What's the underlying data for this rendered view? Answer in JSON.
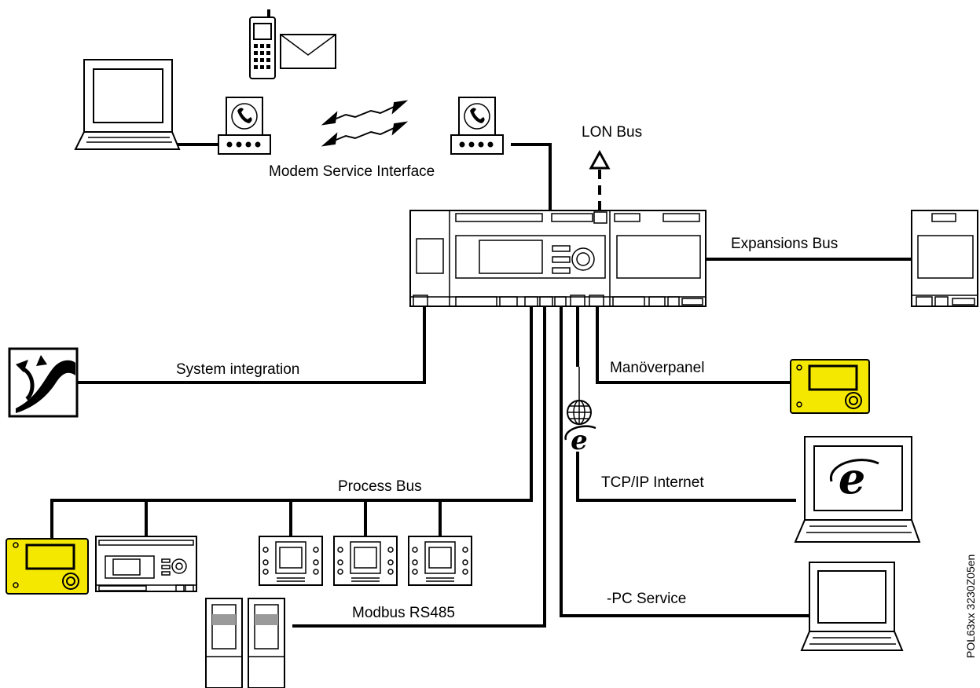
{
  "labels": {
    "modem": "Modem Service Interface",
    "lon": "LON Bus",
    "expansion": "Expansions Bus",
    "system": "System integration",
    "panel": "Manöverpanel",
    "tcpip": "TCP/IP Internet",
    "process": "Process Bus",
    "pcservice": "-PC Service",
    "modbus": "Modbus RS485"
  },
  "figure_code": "POL63xx 3230Z05en",
  "colors": {
    "panel_yellow": "#f5e800",
    "line": "#000000",
    "background": "#ffffff"
  },
  "icons": [
    "laptop-icon",
    "mobile-phone-icon",
    "envelope-icon",
    "modem-icon",
    "wireless-link-icon",
    "controller-icon",
    "expansion-module-icon",
    "system-integration-icon",
    "operator-panel-icon",
    "globe-icon",
    "internet-explorer-icon",
    "room-unit-icon",
    "drive-icon",
    "arrow-up-icon"
  ]
}
